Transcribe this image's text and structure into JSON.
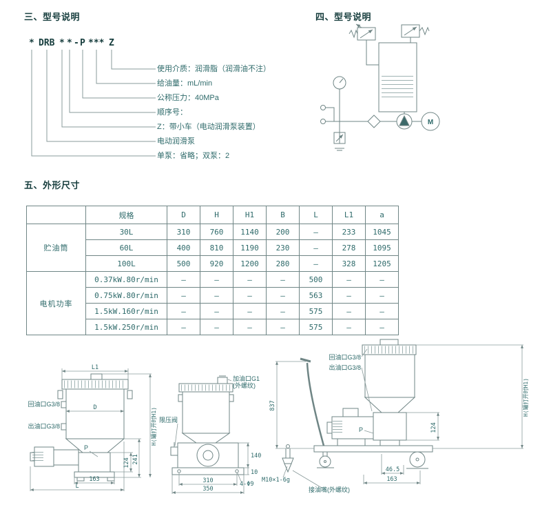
{
  "section3": {
    "title": "三、型号说明",
    "code_parts": [
      "*",
      "DRB",
      "*",
      "*",
      "-",
      "P",
      "***",
      "Z"
    ],
    "callouts": [
      "使用介质：润滑脂（润滑油不注）",
      "给油量：mL/min",
      "公称压力：40MPa",
      "顺序号：",
      "Z：带小车（电动润滑泵装置）",
      "电动润滑泵",
      "单泵：省略；双泵：2"
    ]
  },
  "section4": {
    "title": "四、型号说明",
    "motor_label": "M"
  },
  "section5": {
    "title": "五、外形尺寸",
    "table": {
      "spec_header": "规格",
      "col_headers": [
        "D",
        "H",
        "H1",
        "B",
        "L",
        "L1",
        "a"
      ],
      "row_groups": [
        {
          "label": "贮油筒",
          "rows": [
            [
              "30L",
              "310",
              "760",
              "1140",
              "200",
              "—",
              "233",
              "1045"
            ],
            [
              "60L",
              "400",
              "810",
              "1190",
              "230",
              "—",
              "278",
              "1095"
            ],
            [
              "100L",
              "500",
              "920",
              "1200",
              "280",
              "—",
              "328",
              "1205"
            ]
          ]
        },
        {
          "label": "电机功率",
          "rows": [
            [
              "0.37kW.80r/min",
              "—",
              "—",
              "—",
              "—",
              "500",
              "—",
              "—"
            ],
            [
              "0.75kW.80r/min",
              "—",
              "—",
              "—",
              "—",
              "563",
              "—",
              "—"
            ],
            [
              "1.5kW.160r/min",
              "—",
              "—",
              "—",
              "—",
              "575",
              "—",
              "—"
            ],
            [
              "1.5kW.250r/min",
              "—",
              "—",
              "—",
              "—",
              "575",
              "—",
              "—"
            ]
          ]
        }
      ]
    }
  },
  "drawings": {
    "left": {
      "dim_l1": "L1",
      "dim_d": "D",
      "return_port": "回油口G3/8",
      "outlet_port": "出油口G3/8",
      "p": "P",
      "dim_124": "124",
      "dim_241": "241",
      "dim_163": "163",
      "dim_l": "L",
      "dim_h": "H(罐打开时H1)"
    },
    "middle": {
      "fill_port": "加油口G1",
      "fill_port2": "(外螺纹)",
      "relief_valve": "限压阀",
      "dim_140": "140",
      "dim_10": "10",
      "dim_310": "310",
      "dim_350": "350",
      "holes": "4-Φ9"
    },
    "right": {
      "return_port": "回油口G3/8",
      "outlet_port": "出油口G3/8",
      "dim_837": "837",
      "p": "P",
      "dim_124": "124",
      "dim_46_5": "46.5",
      "dim_163": "163",
      "thread": "M10×1-6g",
      "nipple": "接油嘴(外螺纹)",
      "dim_h": "H(罐打开时H1)"
    }
  }
}
